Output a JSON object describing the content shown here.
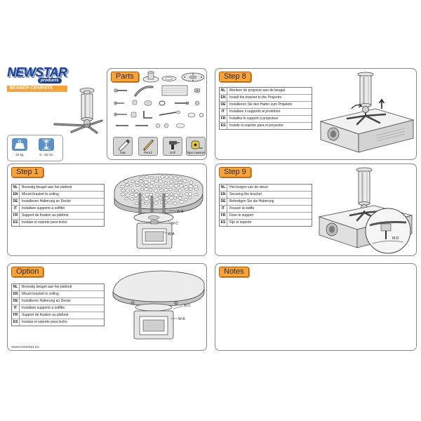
{
  "brand": {
    "logo_text": "NEWSTAR",
    "logo_sub": "products",
    "model": "BEAMER-C80WHITE"
  },
  "specs": {
    "weight": "15 kg",
    "range": "6 - 15 cm"
  },
  "parts": {
    "title": "Parts",
    "tools": [
      "Saw",
      "Pencil",
      "Drill",
      "Tape measure"
    ]
  },
  "steps": {
    "step8": {
      "title": "Step 8",
      "rows": [
        {
          "code": "NL",
          "text": "Monteer de projector aan de beugel"
        },
        {
          "code": "EN",
          "text": "Install the bracket to the Projector"
        },
        {
          "code": "DE",
          "text": "Installieren Sie den Halter zum Projektor"
        },
        {
          "code": "IT",
          "text": "Installare il supporto al proiettore"
        },
        {
          "code": "FR",
          "text": "Installez le support à projecteur"
        },
        {
          "code": "ES",
          "text": "Instale el soporte para el proyector"
        }
      ]
    },
    "step1": {
      "title": "Step 1",
      "rows": [
        {
          "code": "NL",
          "text": "Bevestig beugel aan het plafond"
        },
        {
          "code": "EN",
          "text": "Mount bracket to ceiling"
        },
        {
          "code": "DE",
          "text": "Installieren Halterung an Decke"
        },
        {
          "code": "IT",
          "text": "Installare supporto a soffitto"
        },
        {
          "code": "FR",
          "text": "Support de fixation au plafond"
        },
        {
          "code": "ES",
          "text": "Instalar el soporte para techo"
        }
      ]
    },
    "step9": {
      "title": "Step 9",
      "rows": [
        {
          "code": "NL",
          "text": "Het borgen van de steun"
        },
        {
          "code": "EN",
          "text": "Securing the bracket"
        },
        {
          "code": "DE",
          "text": "Befestigen Sie die Halterung"
        },
        {
          "code": "IT",
          "text": "Fissare la staffa"
        },
        {
          "code": "FR",
          "text": "Fixer le support"
        },
        {
          "code": "ES",
          "text": "Fije el soporte"
        }
      ]
    },
    "option": {
      "title": "Option",
      "rows": [
        {
          "code": "NL",
          "text": "Bevestig beugel aan het plafond"
        },
        {
          "code": "EN",
          "text": "Mount bracket to ceiling"
        },
        {
          "code": "DE",
          "text": "Installieren Halterung an Decke"
        },
        {
          "code": "IT",
          "text": "Installare supporto a soffitto"
        },
        {
          "code": "FR",
          "text": "Support de fixation au plafond"
        },
        {
          "code": "ES",
          "text": "Instalar el soporte para techo"
        }
      ]
    }
  },
  "callouts": {
    "step1": [
      "W-B",
      "W-C",
      "W-A"
    ],
    "step9": [
      "M-D"
    ],
    "option": [
      "W-C",
      "W-A"
    ]
  },
  "notes": {
    "title": "Notes"
  },
  "footer": {
    "url": "www.newstar.eu"
  },
  "colors": {
    "accent": "#f6a33b",
    "tab_border": "#a85a12",
    "brand_blue": "#1f3f91",
    "icon_blue": "#5b8fc9",
    "panel_border": "#8a8a8a"
  }
}
